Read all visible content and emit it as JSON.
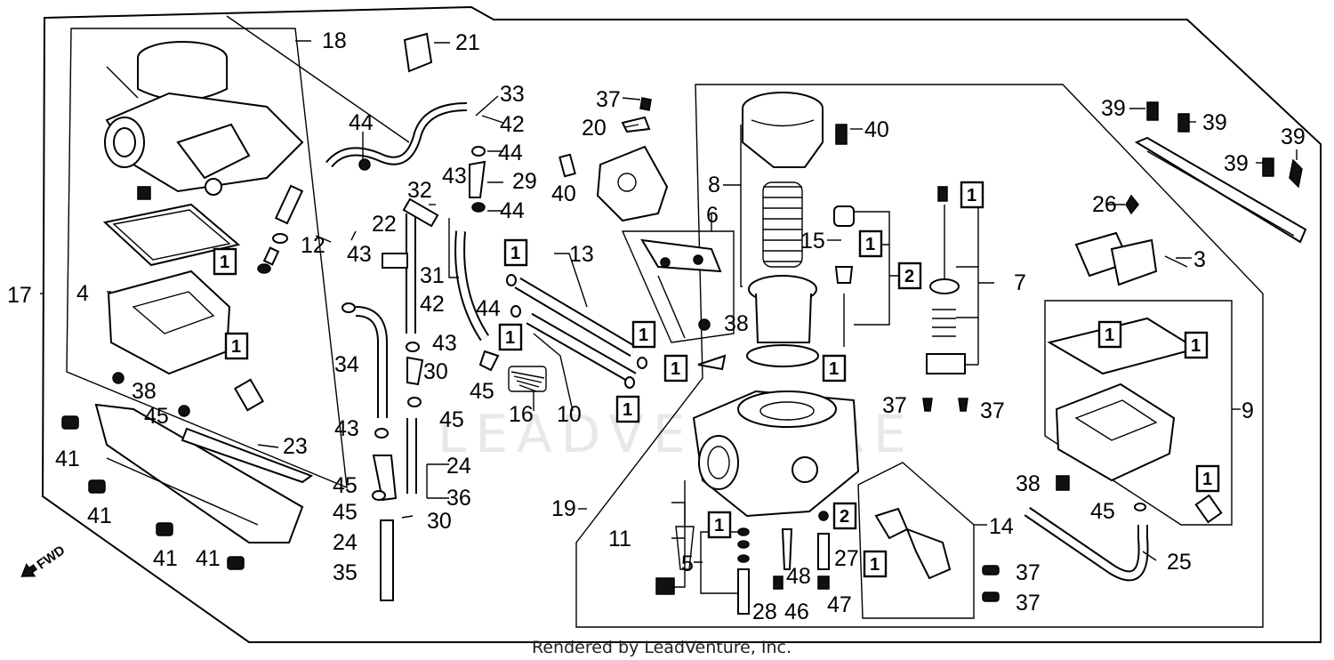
{
  "diagram": {
    "watermark": "LEADVENTURE",
    "credit": "Rendered by LeadVenture, Inc.",
    "direction_marker": "FWD",
    "callouts": [
      {
        "id": "c1",
        "label": "1"
      },
      {
        "id": "c3",
        "label": "3"
      },
      {
        "id": "c4",
        "label": "4"
      },
      {
        "id": "c5",
        "label": "5"
      },
      {
        "id": "c6",
        "label": "6"
      },
      {
        "id": "c7",
        "label": "7"
      },
      {
        "id": "c8",
        "label": "8"
      },
      {
        "id": "c9",
        "label": "9"
      },
      {
        "id": "c10",
        "label": "10"
      },
      {
        "id": "c11",
        "label": "11"
      },
      {
        "id": "c12",
        "label": "12"
      },
      {
        "id": "c13",
        "label": "13"
      },
      {
        "id": "c14",
        "label": "14"
      },
      {
        "id": "c15",
        "label": "15"
      },
      {
        "id": "c16",
        "label": "16"
      },
      {
        "id": "c17",
        "label": "17"
      },
      {
        "id": "c18",
        "label": "18"
      },
      {
        "id": "c19",
        "label": "19"
      },
      {
        "id": "c20",
        "label": "20"
      },
      {
        "id": "c21",
        "label": "21"
      },
      {
        "id": "c22",
        "label": "22"
      },
      {
        "id": "c23",
        "label": "23"
      },
      {
        "id": "c24a",
        "label": "24"
      },
      {
        "id": "c24b",
        "label": "24"
      },
      {
        "id": "c25",
        "label": "25"
      },
      {
        "id": "c26",
        "label": "26"
      },
      {
        "id": "c27",
        "label": "27"
      },
      {
        "id": "c28",
        "label": "28"
      },
      {
        "id": "c29",
        "label": "29"
      },
      {
        "id": "c30a",
        "label": "30"
      },
      {
        "id": "c30b",
        "label": "30"
      },
      {
        "id": "c31",
        "label": "31"
      },
      {
        "id": "c32",
        "label": "32"
      },
      {
        "id": "c33",
        "label": "33"
      },
      {
        "id": "c34",
        "label": "34"
      },
      {
        "id": "c35",
        "label": "35"
      },
      {
        "id": "c36",
        "label": "36"
      },
      {
        "id": "c37a",
        "label": "37"
      },
      {
        "id": "c37b",
        "label": "37"
      },
      {
        "id": "c37c",
        "label": "37"
      },
      {
        "id": "c37d",
        "label": "37"
      },
      {
        "id": "c37e",
        "label": "37"
      },
      {
        "id": "c38a",
        "label": "38"
      },
      {
        "id": "c38b",
        "label": "38"
      },
      {
        "id": "c38c",
        "label": "38"
      },
      {
        "id": "c39a",
        "label": "39"
      },
      {
        "id": "c39b",
        "label": "39"
      },
      {
        "id": "c39c",
        "label": "39"
      },
      {
        "id": "c39d",
        "label": "39"
      },
      {
        "id": "c40a",
        "label": "40"
      },
      {
        "id": "c40b",
        "label": "40"
      },
      {
        "id": "c41a",
        "label": "41"
      },
      {
        "id": "c41b",
        "label": "41"
      },
      {
        "id": "c41c",
        "label": "41"
      },
      {
        "id": "c41d",
        "label": "41"
      },
      {
        "id": "c42a",
        "label": "42"
      },
      {
        "id": "c42b",
        "label": "42"
      },
      {
        "id": "c43a",
        "label": "43"
      },
      {
        "id": "c43b",
        "label": "43"
      },
      {
        "id": "c43c",
        "label": "43"
      },
      {
        "id": "c43d",
        "label": "43"
      },
      {
        "id": "c44a",
        "label": "44"
      },
      {
        "id": "c44b",
        "label": "44"
      },
      {
        "id": "c44c",
        "label": "44"
      },
      {
        "id": "c44d",
        "label": "44"
      },
      {
        "id": "c45a",
        "label": "45"
      },
      {
        "id": "c45b",
        "label": "45"
      },
      {
        "id": "c45c",
        "label": "45"
      },
      {
        "id": "c45d",
        "label": "45"
      },
      {
        "id": "c45e",
        "label": "45"
      },
      {
        "id": "c45f",
        "label": "45"
      },
      {
        "id": "c46",
        "label": "46"
      },
      {
        "id": "c47",
        "label": "47"
      },
      {
        "id": "c48",
        "label": "48"
      }
    ],
    "kit_marker": "1"
  }
}
